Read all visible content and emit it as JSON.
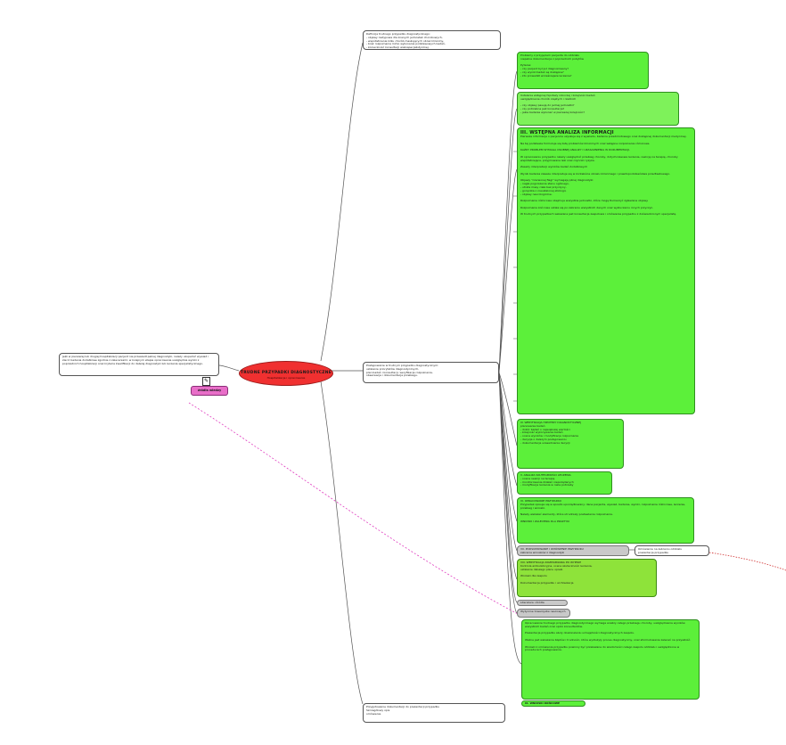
{
  "central": {
    "title": "TRUDNE PRZYPADKI DIAGNOSTYCZNE",
    "subtitle": "Hospitalizacje i opracowanie"
  },
  "tag": {
    "label": "źródła wiedzy"
  },
  "left_note": {
    "text": "Jeśli w pierwszej lub drugiej hospitalizacji pacjent nie przeszedł pełnej diagnostyki, należy uzupełnić wywiad i zlecić badania dodatkowe zgodnie z zaleceniami; w kolejnym etapie opracowanie uwzględnia wyniki z poprzednich hospitalizacji oraz kryteria kwalifikacji do dalszej diagnostyki lub leczenia specjalistycznego."
  },
  "nodes": {
    "top": "Definicja trudnego przypadku diagnostycznego:\n- objawy nietypowe dla znanych jednostek chorobowych,\n- współistnienie kilku chorób maskujących obraz kliniczny,\n- brak rozpoznania mimo wykonania podstawowych badań,\n- konieczność konsultacji wielospecjalistycznej.",
    "mid_branch": "Postępowanie w trudnym przypadku diagnostycznym:\nustalenie priorytetów diagnostycznych,\nplan badań i konsultacji, weryfikacja rozpoznania,\nobserwacja i dokumentacja przebiegu.",
    "g1": "Problemy z przyjęciem pacjenta do oddziału\nniepełna dokumentacja z poprzednich pobytów\n\nPytania:\n- czy pacjent był już diagnozowany?\n- czy wyniki badań są dostępne?\n- kto prowadził wcześniejsze leczenie?",
    "g2": "Ustalenie wstępnej hipotezy roboczej i kolejności badań\nuwzględnienie chorób częstych i rzadkich\n\n- czy objawy pasują do jednej jednostki?\n- czy potrzebna jest konsultacja?\n- jakie badania wykonać w pierwszej kolejności?",
    "main_heading": "III. WSTĘPNA ANALIZA INFORMACJI",
    "main_body": "Pierwsze informacje o pacjencie uzyskuje się z wywiadu, badania przedmiotowego oraz dostępnej dokumentacji medycznej.\n\nNa tej podstawie formułuje się listę problemów klinicznych oraz wstępne rozpoznanie różnicowe.\n\nKAŻDY PROBLEM WYMAGA OSOBNEJ ANALIZY I UZASADNIENIA W DOKUMENTACJI.\n\nW opracowaniu przypadku należy uwzględnić przebieg choroby, dotychczasowe leczenie, reakcję na terapię, choroby współistniejące, przyjmowane leki oraz czynniki ryzyka.\n\nZasady interpretacji wyników badań dodatkowych\n\nWynik badania zawsze interpretuje się w kontekście obrazu klinicznego i prawdopodobieństwa przedtestowego.\n\nObjawy \"czerwonej flagi\" wymagają pilnej diagnostyki:\n- nagłe pogorszenie stanu ogólnego,\n- utrata masy ciała bez przyczyny,\n- gorączka o nieustalonej etiologii,\n- objawy neurologiczne.\n\nRozpoznanie różnicowe obejmuje wszystkie jednostki, które mogą tłumaczyć zgłaszane objawy.\n\nRozpoznanie końcowe ustala się po zebraniu wszystkich danych oraz wykluczeniu innych przyczyn.\n\nW trudnych przypadkach wskazana jest konsultacja zespołowa i omówienie przypadku z doświadczonym specjalistą.",
    "g3": "IV. WERYFIKACJA HIPOTEZY DIAGNOSTYCZNEJ\nplanowanie badań\n- dobór badań o największej wartości\n- kolejność wykonywania badań\n- ocena wyników i modyfikacja rozpoznania\n- decyzja o dalszym postępowaniu\n- dokumentacja uzasadnienia decyzji",
    "g4": "V. ANALIZA SKUTECZNOŚCI LECZENIA\n- ocena reakcji na terapię\n- monitorowanie działań niepożądanych\n- modyfikacja leczenia w razie potrzeby",
    "g5": "VI. OPRACOWANIE PRZYPADKU\nPrzypadek opisuje się w sposób uporządkowany: dane pacjenta, wywiad, badanie, wyniki, rozpoznanie różnicowe, leczenie, przebieg i wnioski.\n\nNależy wskazać elementy, które utrudniały postawienie rozpoznania.\n\nWNIOSKI I ZALECENIA DLA PRAKTYKI",
    "grey1": "VII. PODSUMOWANIE I OMÓWIENIE PRZYPADKU\nzebranie wniosków z diagnostyki",
    "right_note": "Omówienie na zebraniu oddziału\nprezentacja przypadku",
    "lime": "VIII. WERYFIKACJA ROZPOZNANIA PO WYPISIE\nKontrola ambulatoryjna, ocena skuteczności leczenia,\nustalenie dalszego planu opieki.\n\nWnioski dla zespołu\n\nDokumentacja przypadku i archiwizacja",
    "small1": "Literatura i źródła",
    "small2": "Wytyczne towarzystw naukowych",
    "bottom_green": "Opracowanie trudnego przypadku diagnostycznego wymaga analizy całego przebiegu choroby, uwzględnienia wyników wszystkich badań oraz opinii konsultantów.\n\nPrezentacja przypadku służy doskonaleniu umiejętności diagnostycznych zespołu.\n\nWażne jest wskazanie błędów i trudności, które wydłużyły proces diagnostyczny, oraz sformułowanie zaleceń na przyszłość.\n\nWnioski z omówienia przypadku powinny być przekazane do wiadomości całego zespołu oddziału i uwzględnione w procedurach postępowania.",
    "bottom_bar": "IX. WNIOSKI KOŃCOWE",
    "bottom_white": "Przygotowanie dokumentacji do prezentacji przypadku\nSzczegółowy opis\nomówienie"
  }
}
